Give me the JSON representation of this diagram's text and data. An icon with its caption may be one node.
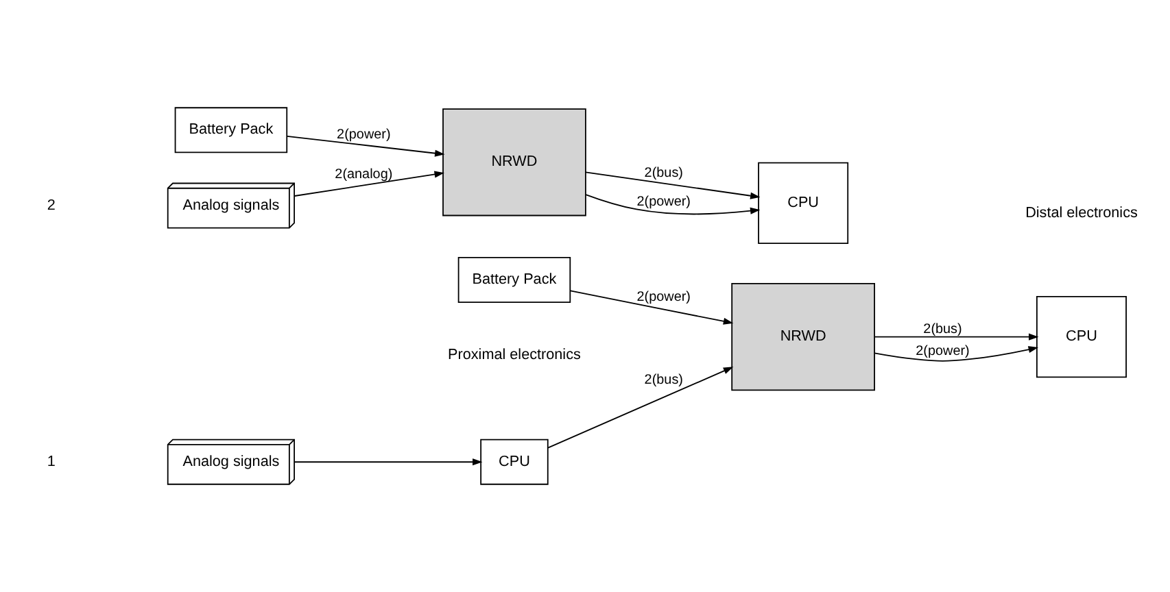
{
  "diagram": {
    "nodes": [
      {
        "text": [
          "Analog signals"
        ]
      },
      {
        "text": [
          "CPU"
        ]
      },
      {
        "text": [
          "Battery Pack"
        ]
      },
      {
        "text": [
          "NRWD"
        ]
      },
      {
        "text": [
          "CPU"
        ]
      },
      {
        "text": [
          "Analog signals"
        ]
      },
      {
        "text": [
          "Battery Pack"
        ]
      },
      {
        "text": [
          "NRWD"
        ]
      },
      {
        "text": [
          "CPU"
        ]
      }
    ],
    "edges": [
      {
        "from": 0,
        "to": 1,
        "arrow": "to"
      },
      {
        "from": 1,
        "to": 3,
        "arrow": "to",
        "label": "2(bus)"
      },
      {
        "from": 2,
        "to": 3,
        "arrow": "to",
        "label": "2(power)"
      },
      {
        "from": 3,
        "to": 4,
        "arrow": "to",
        "label": "2(bus)"
      },
      {
        "from": 3,
        "to": 4,
        "arrow": "to",
        "label": "2(power)"
      },
      {
        "from": 5,
        "to": 7,
        "arrow": "to",
        "label": "2(analog)"
      },
      {
        "from": 6,
        "to": 7,
        "arrow": "to",
        "label": "2(power)"
      },
      {
        "from": 7,
        "to": 8,
        "arrow": "to",
        "label": "2(bus)"
      },
      {
        "from": 7,
        "to": 8,
        "arrow": "to",
        "label": "2(power)"
      }
    ],
    "labels": [
      "Proximal electronics",
      "Distal electronics",
      "1",
      "2"
    ]
  }
}
